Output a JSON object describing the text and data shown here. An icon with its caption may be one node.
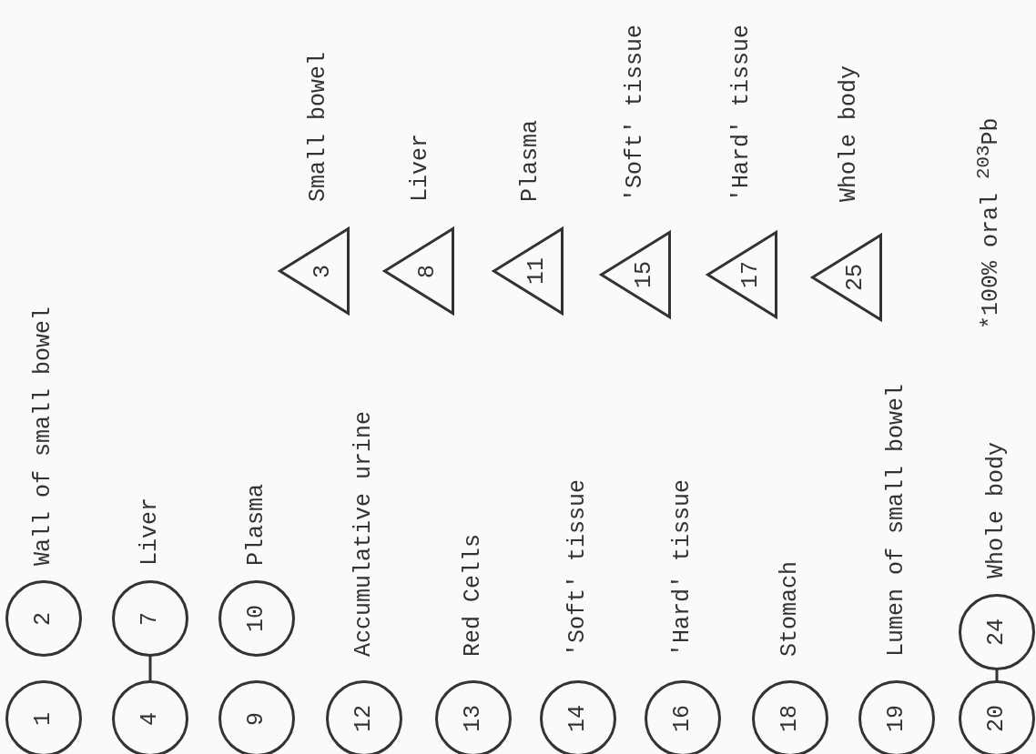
{
  "diagram": {
    "nodes": [
      {
        "text": [
          "1"
        ]
      },
      {
        "text": [
          "2"
        ],
        "beside": [
          "Wall of small bowel"
        ]
      },
      {
        "text": [
          "4"
        ]
      },
      {
        "text": [
          "7"
        ],
        "beside": [
          "Liver"
        ]
      },
      {
        "text": [
          "9"
        ]
      },
      {
        "text": [
          "10"
        ],
        "beside": [
          "Plasma"
        ]
      },
      {
        "text": [
          "12"
        ],
        "beside": [
          "Accumulative urine"
        ]
      },
      {
        "text": [
          "13"
        ],
        "beside": [
          "Red Cells"
        ]
      },
      {
        "text": [
          "14"
        ],
        "beside": [
          "'Soft' tissue"
        ]
      },
      {
        "text": [
          "16"
        ],
        "beside": [
          "'Hard' tissue"
        ]
      },
      {
        "text": [
          "18"
        ],
        "beside": [
          "Stomach"
        ]
      },
      {
        "text": [
          "19"
        ],
        "beside": [
          "Lumen of small bowel"
        ]
      },
      {
        "text": [
          "20"
        ]
      },
      {
        "text": [
          "24"
        ],
        "beside": [
          "Whole body"
        ]
      },
      {
        "text": [
          "3"
        ],
        "beside": [
          "Small bowel"
        ]
      },
      {
        "text": [
          "8"
        ],
        "beside": [
          "Liver"
        ]
      },
      {
        "text": [
          "11"
        ],
        "beside": [
          "Plasma"
        ]
      },
      {
        "text": [
          "15"
        ],
        "beside": [
          "'Soft' tissue"
        ]
      },
      {
        "text": [
          "17"
        ],
        "beside": [
          "'Hard' tissue"
        ]
      },
      {
        "text": [
          "25"
        ],
        "beside": [
          "Whole body"
        ]
      }
    ],
    "edges": [
      {
        "from": 2,
        "to": 3,
        "arrow": "none"
      },
      {
        "from": 12,
        "to": 13,
        "arrow": "none"
      }
    ],
    "labels": [
      "*100% oral $^{203}$Pb"
    ]
  }
}
